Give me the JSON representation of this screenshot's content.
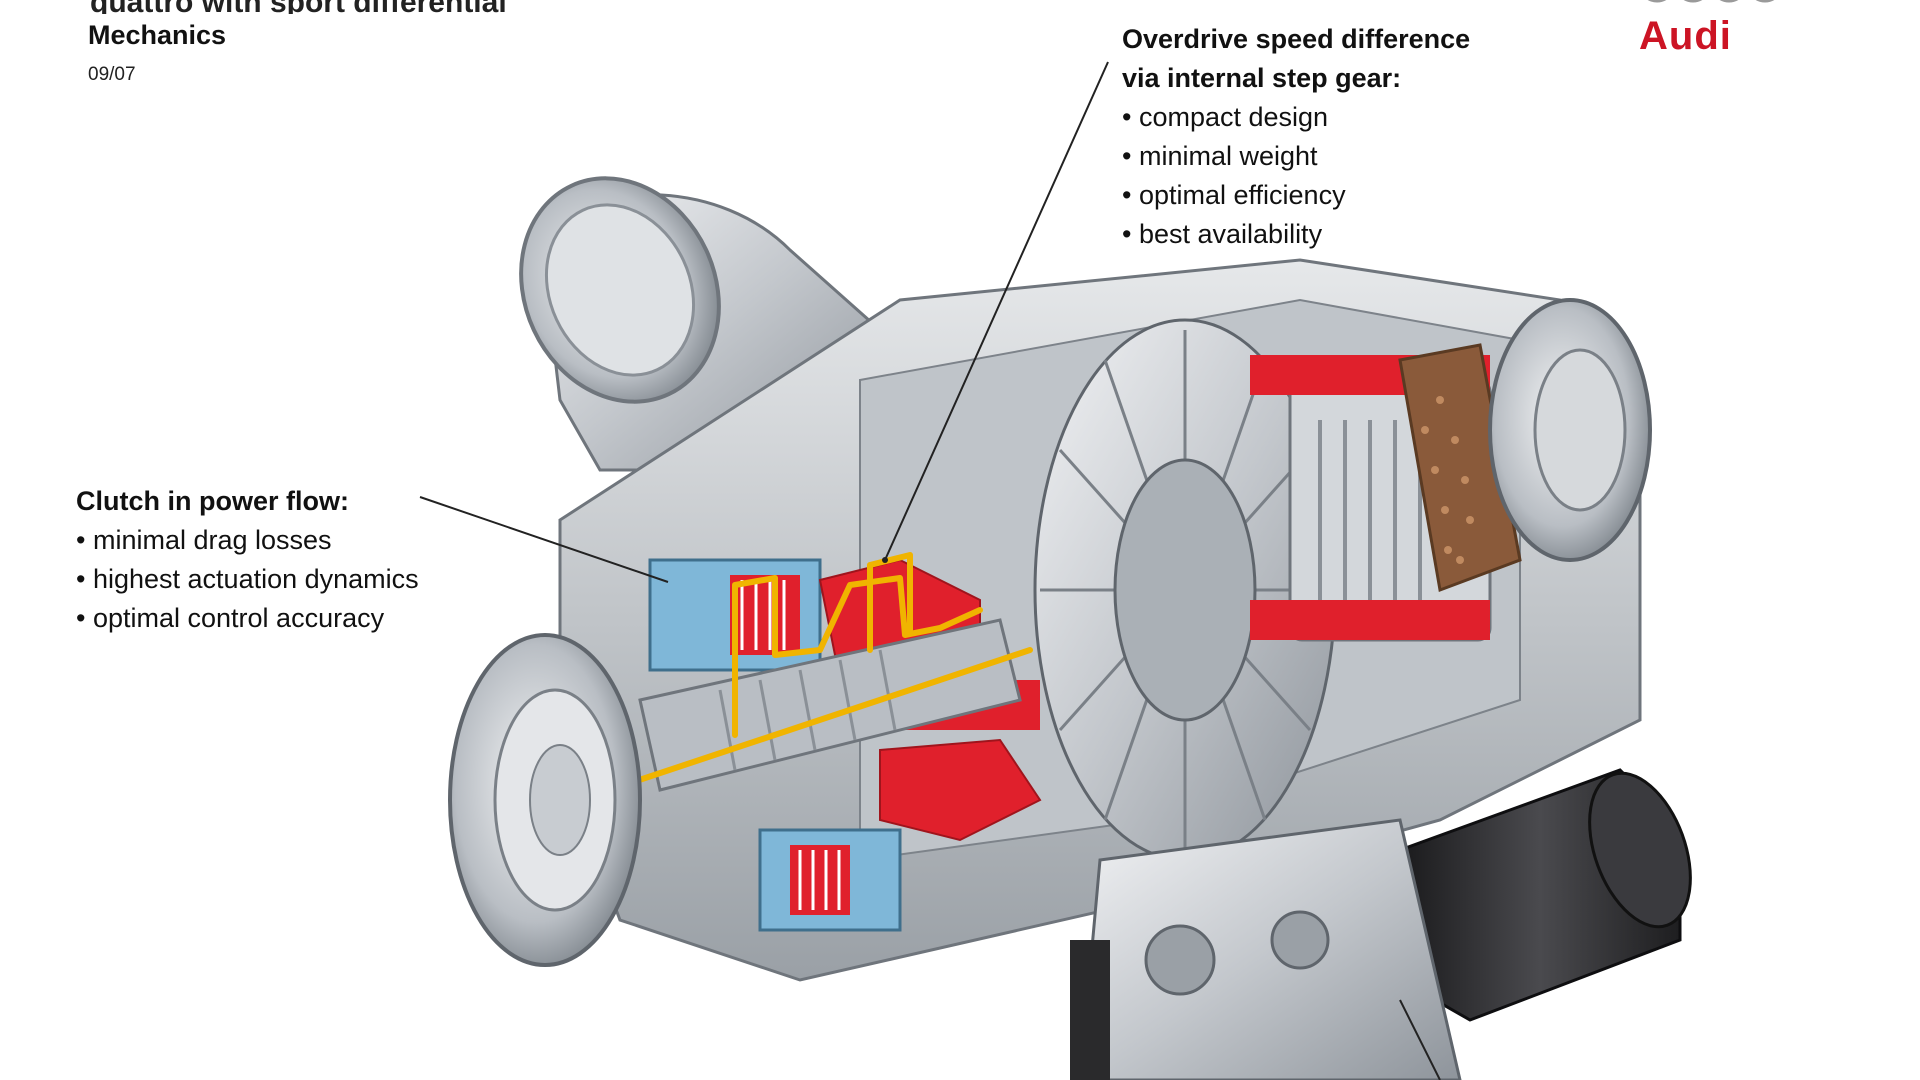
{
  "header": {
    "title_partial": "quattro with sport differential",
    "section": "Mechanics",
    "date": "09/07"
  },
  "logo": {
    "brand": "Audi",
    "color": "#cc1424"
  },
  "callouts": {
    "overdrive": {
      "heading_line1": "Overdrive speed difference",
      "heading_line2": "via internal step gear:",
      "bullets": [
        "compact design",
        "minimal weight",
        "optimal efficiency",
        "best availability"
      ]
    },
    "clutch": {
      "heading": "Clutch in power flow:",
      "bullets": [
        "minimal drag losses",
        "highest actuation dynamics",
        "optimal control accuracy"
      ]
    }
  },
  "colors": {
    "housing": "#c9ccd0",
    "cutaway_red": "#e0202c",
    "power_flow": "#f0b400",
    "clutch_blue": "#7fb7d8",
    "motor": "#2a2a2c"
  }
}
